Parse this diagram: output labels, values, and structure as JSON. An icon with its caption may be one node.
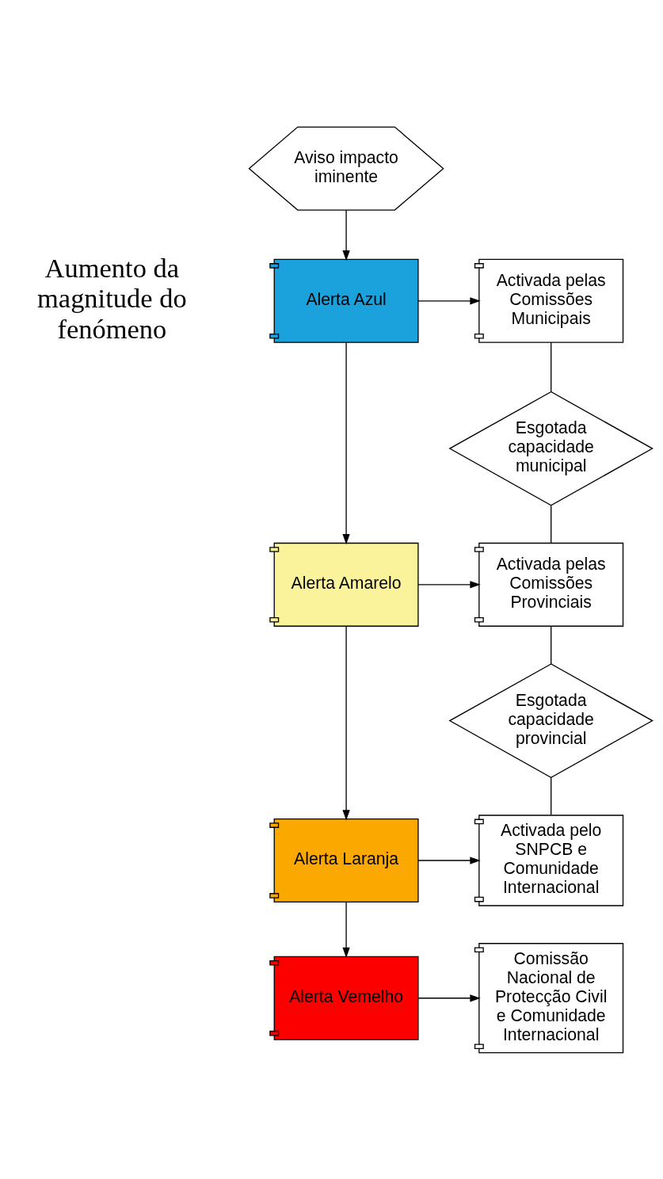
{
  "diagram": {
    "nodes": [
      {
        "text": [
          "Aviso impacto iminente"
        ]
      },
      {
        "text": [
          "Alerta Azul"
        ]
      },
      {
        "text": [
          "Activada pelas Comissões Municipais"
        ]
      },
      {
        "text": [
          "Esgotada capacidade municipal"
        ]
      },
      {
        "text": [
          "Alerta Amarelo"
        ]
      },
      {
        "text": [
          "Activada pelas Comissões Provinciais"
        ]
      },
      {
        "text": [
          "Esgotada capacidade provincial"
        ]
      },
      {
        "text": [
          "Alerta Laranja"
        ]
      },
      {
        "text": [
          "Activada pelo SNPCB e Comunidade Internacional"
        ]
      },
      {
        "text": [
          "Alerta Vemelho"
        ]
      },
      {
        "text": [
          "Comissão Nacional de Protecção Civil e Comunidade Internacional"
        ]
      }
    ],
    "edges": [
      {
        "from": 0,
        "to": 1,
        "arrow": "to"
      },
      {
        "from": 1,
        "to": 2,
        "arrow": "to"
      },
      {
        "from": 2,
        "to": 3,
        "arrow": "none"
      },
      {
        "from": 3,
        "to": 5,
        "arrow": "none"
      },
      {
        "from": 1,
        "to": 4,
        "arrow": "to"
      },
      {
        "from": 4,
        "to": 5,
        "arrow": "to"
      },
      {
        "from": 5,
        "to": 6,
        "arrow": "none"
      },
      {
        "from": 6,
        "to": 8,
        "arrow": "none"
      },
      {
        "from": 4,
        "to": 7,
        "arrow": "to"
      },
      {
        "from": 7,
        "to": 8,
        "arrow": "to"
      },
      {
        "from": 7,
        "to": 9,
        "arrow": "to"
      },
      {
        "from": 9,
        "to": 10,
        "arrow": "to"
      }
    ],
    "labels": [
      "Aumento da magnitude do fenómeno"
    ]
  }
}
